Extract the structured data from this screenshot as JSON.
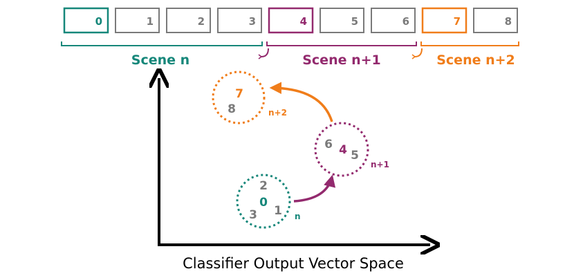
{
  "colors": {
    "scene_n": "#16877a",
    "scene_n1": "#932a6e",
    "scene_n2": "#f07d1a",
    "neutral": "#7a7a7a",
    "axis": "#000000"
  },
  "frames": [
    {
      "label": "0",
      "scene": "scene_n"
    },
    {
      "label": "1",
      "scene": "neutral"
    },
    {
      "label": "2",
      "scene": "neutral"
    },
    {
      "label": "3",
      "scene": "neutral"
    },
    {
      "label": "4",
      "scene": "scene_n1"
    },
    {
      "label": "5",
      "scene": "neutral"
    },
    {
      "label": "6",
      "scene": "neutral"
    },
    {
      "label": "7",
      "scene": "scene_n2"
    },
    {
      "label": "8",
      "scene": "neutral"
    }
  ],
  "scenes": [
    {
      "label": "Scene n",
      "color": "scene_n"
    },
    {
      "label": "Scene n+1",
      "color": "scene_n1"
    },
    {
      "label": "Scene n+2",
      "color": "scene_n2"
    }
  ],
  "clusters": [
    {
      "tag": "n",
      "color": "scene_n",
      "key": "0",
      "members": [
        "2",
        "3",
        "1"
      ]
    },
    {
      "tag": "n+1",
      "color": "scene_n1",
      "key": "4",
      "members": [
        "6",
        "5"
      ]
    },
    {
      "tag": "n+2",
      "color": "scene_n2",
      "key": "7",
      "members": [
        "8"
      ]
    }
  ],
  "axis_label": "Classifier Output Vector Space"
}
